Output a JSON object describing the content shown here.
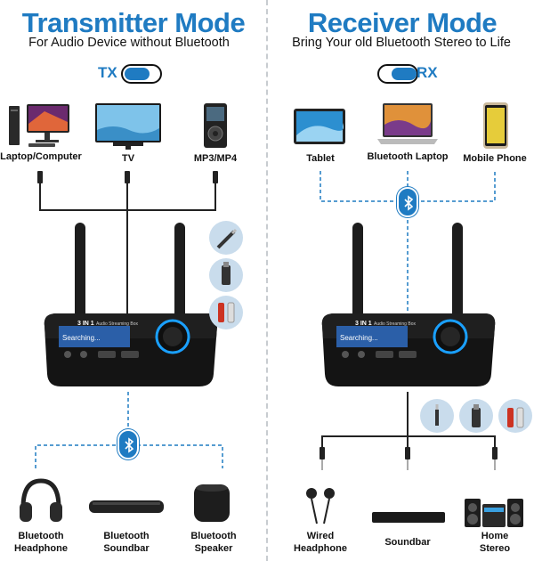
{
  "transmitter": {
    "title": "Transmitter Mode",
    "subtitle": "For Audio Device without Bluetooth",
    "mode_tag": "TX",
    "sources": [
      {
        "label": "Laptop/Computer",
        "icon": "desktop-computer-icon"
      },
      {
        "label": "TV",
        "icon": "tv-icon"
      },
      {
        "label": "MP3/MP4",
        "icon": "mp3-player-icon"
      }
    ],
    "outputs": [
      {
        "label": "Bluetooth\nHeadphone",
        "icon": "headphone-icon"
      },
      {
        "label": "Bluetooth\nSoundbar",
        "icon": "soundbar-icon"
      },
      {
        "label": "Bluetooth\nSpeaker",
        "icon": "speaker-icon"
      }
    ],
    "device_brand": "3 IN 1",
    "device_model": "Audio Streaming Box",
    "device_screen": "Searching...",
    "connectors": [
      "aux-3.5mm-icon",
      "optical-toslink-icon",
      "rca-icon"
    ]
  },
  "receiver": {
    "title": "Receiver Mode",
    "subtitle": "Bring Your old Bluetooth Stereo to Life",
    "mode_tag": "RX",
    "sources": [
      {
        "label": "Tablet",
        "icon": "tablet-icon"
      },
      {
        "label": "Bluetooth Laptop",
        "icon": "laptop-icon"
      },
      {
        "label": "Mobile Phone",
        "icon": "mobile-phone-icon"
      }
    ],
    "outputs": [
      {
        "label": "Wired\nHeadphone",
        "icon": "earphones-icon"
      },
      {
        "label": "Soundbar",
        "icon": "soundbar-icon"
      },
      {
        "label": "Home\nStereo",
        "icon": "home-stereo-icon"
      }
    ],
    "device_brand": "3 IN 1",
    "device_model": "Audio Streaming Box",
    "device_screen": "Searching...",
    "connectors": [
      "aux-3.5mm-icon",
      "optical-toslink-icon",
      "rca-icon"
    ]
  },
  "colors": {
    "accent": "#1f7bc2",
    "connector_bg": "#c9dcec",
    "device": "#1a1a1a"
  }
}
